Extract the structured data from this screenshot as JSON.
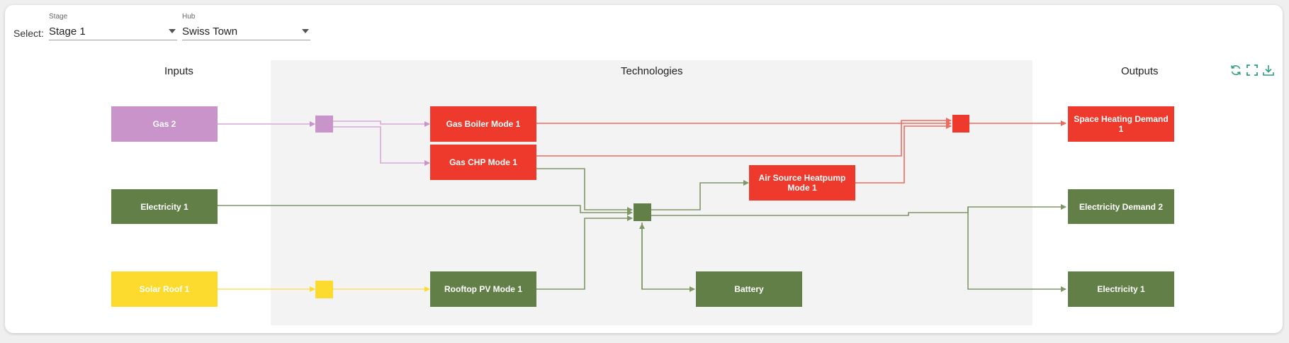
{
  "selectors": {
    "prefix": "Select:",
    "stage": {
      "label": "Stage",
      "value": "Stage 1"
    },
    "hub": {
      "label": "Hub",
      "value": "Swiss Town"
    }
  },
  "columns": {
    "inputs": "Inputs",
    "technologies": "Technologies",
    "outputs": "Outputs"
  },
  "toolbar": {
    "refresh_icon": "refresh-icon",
    "fullscreen_icon": "fullscreen-icon",
    "download_icon": "download-icon",
    "accent": "#2e9e7e"
  },
  "colors": {
    "gas": "#c994c9",
    "heat": "#ee3a2c",
    "electricity": "#617f47",
    "solar": "#fddb2e"
  },
  "nodes": {
    "gas2": "Gas 2",
    "electricity1_in": "Electricity 1",
    "solar_roof1": "Solar Roof 1",
    "gas_boiler": "Gas Boiler Mode 1",
    "gas_chp": "Gas CHP Mode 1",
    "ashp": "Air Source Heatpump Mode 1",
    "rooftop_pv": "Rooftop PV Mode 1",
    "battery": "Battery",
    "space_heating": "Space Heating Demand 1",
    "electricity_demand2": "Electricity Demand 2",
    "electricity1_out": "Electricity 1"
  }
}
